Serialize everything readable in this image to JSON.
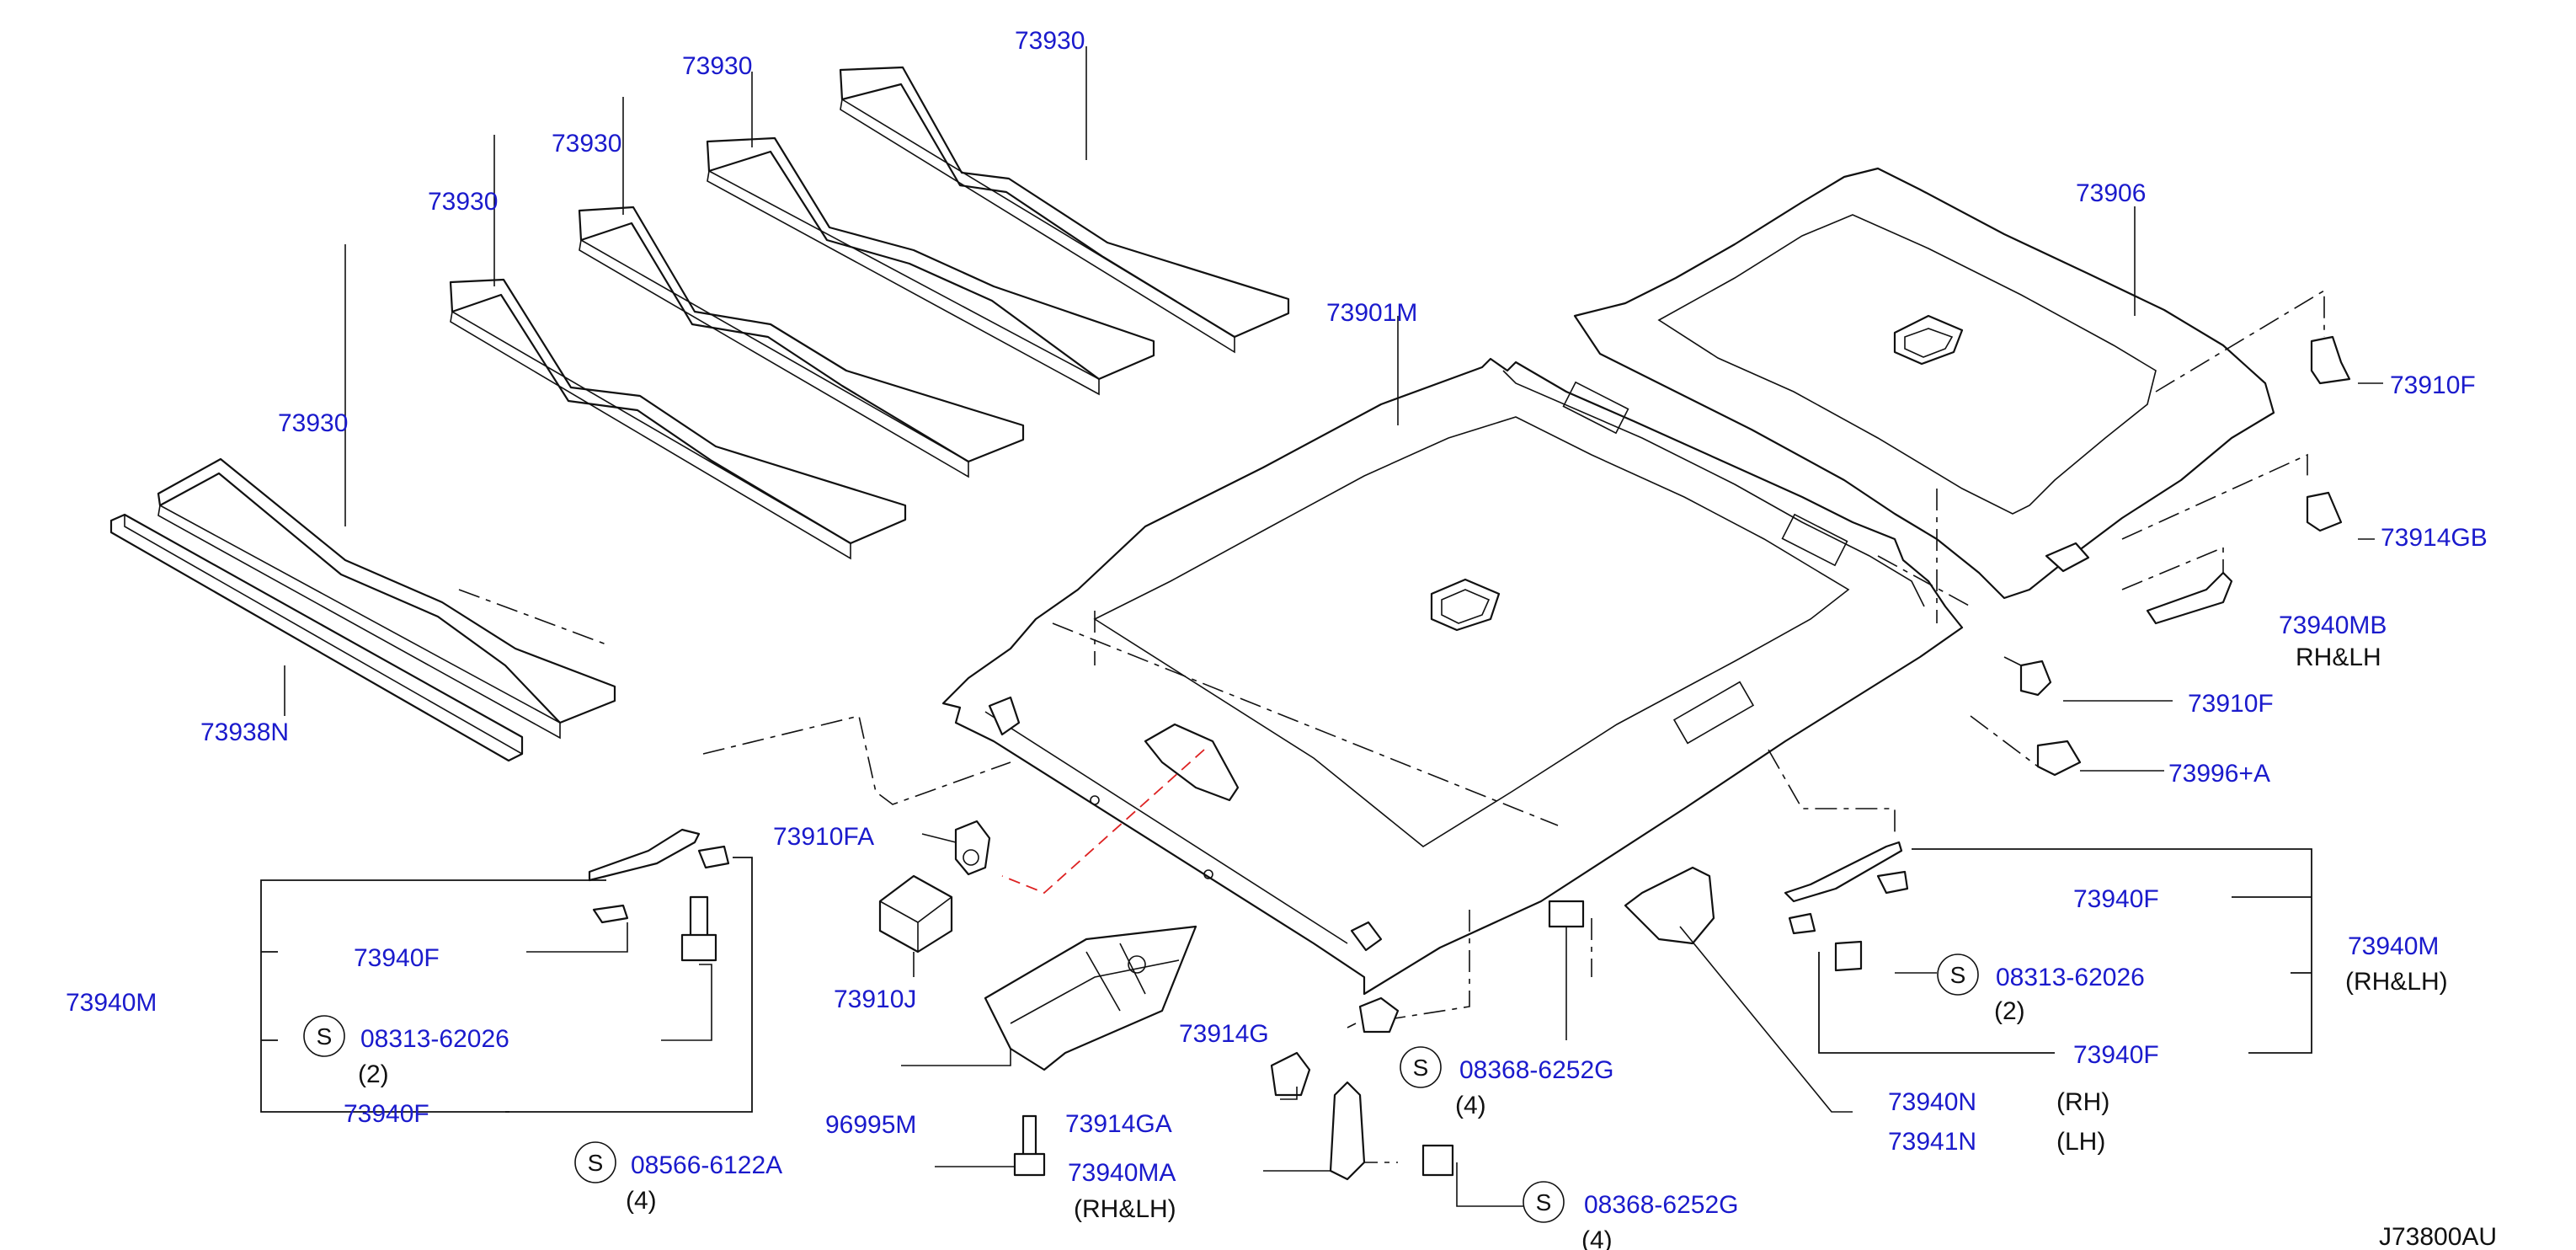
{
  "diagram_code": "J73800AU",
  "labels": {
    "l73930_a": "73930",
    "l73930_b": "73930",
    "l73930_c": "73930",
    "l73930_d": "73930",
    "l73930_e": "73930",
    "l73938N": "73938N",
    "l73901M": "73901M",
    "l73906": "73906",
    "l73910F_top": "73910F",
    "l73914GB": "73914GB",
    "l73940MB": "73940MB",
    "rhlh_mb": "RH&LH",
    "l73910F_mid": "73910F",
    "l73996A": "73996+A",
    "l73910FA": "73910FA",
    "l73910J": "73910J",
    "l73940F_left1": "73940F",
    "l73940M_left": "73940M",
    "bolt_left": "08313-62026",
    "qty_left": "(2)",
    "l73940F_left2": "73940F",
    "screw_left": "08566-6122A",
    "qty_screw_left": "(4)",
    "l73914G": "73914G",
    "l96995M": "96995M",
    "l73914GA": "73914GA",
    "l73940MA": "73940MA",
    "rhlh_ma": "(RH&LH)",
    "screw_mid1": "08368-6252G",
    "qty_mid1": "(4)",
    "screw_mid2": "08368-6252G",
    "qty_mid2": "(4)",
    "l73940N": "73940N",
    "rh": "(RH)",
    "l73941N": "73941N",
    "lh": "(LH)",
    "l73940F_right1": "73940F",
    "l73940M_right": "73940M",
    "rhlh_m_right": "(RH&LH)",
    "bolt_right": "08313-62026",
    "qty_right": "(2)",
    "l73940F_right2": "73940F",
    "s": "S"
  }
}
